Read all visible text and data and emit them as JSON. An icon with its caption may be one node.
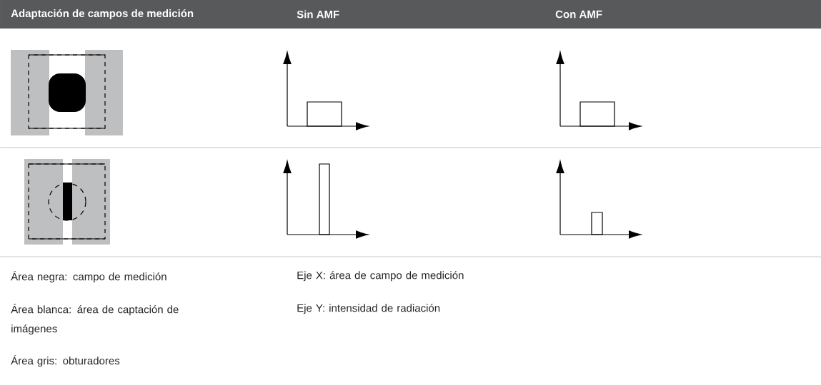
{
  "diagram": {
    "labels": [
      "Adaptación de campos de medición",
      "Sin AMF",
      "Con AMF",
      "Área negra: campo de medición",
      "Eje X: área de campo de medición",
      "Área blanca: área de captación de imágenes",
      "Eje Y: intensidad de radiación",
      "Área gris: obturadores"
    ]
  }
}
